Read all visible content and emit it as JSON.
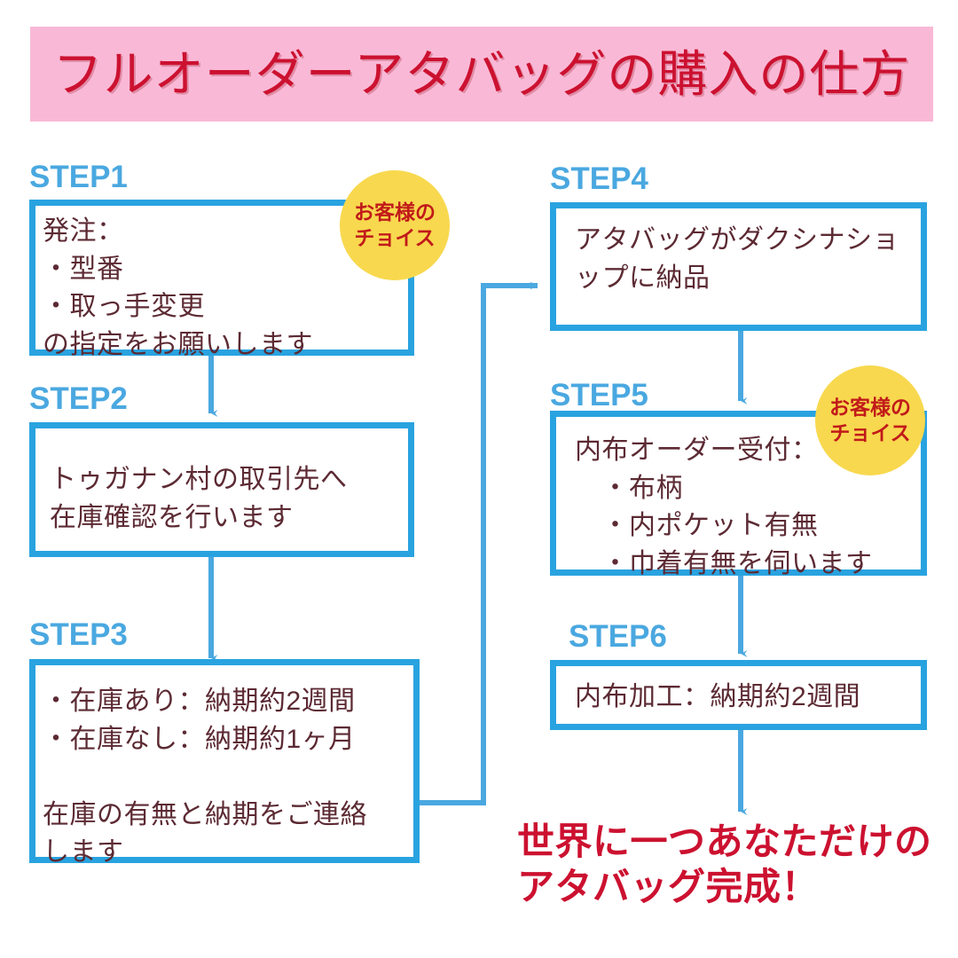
{
  "title": {
    "text": "フルオーダーアタバッグの購入の仕方",
    "banner_color": "#f9b9d6",
    "text_color": "#cc1130"
  },
  "colors": {
    "box_border": "#29a3e0",
    "step_label": "#4aa8e0",
    "body_text": "#5c2a33",
    "badge_bg": "#f8d84e",
    "badge_text": "#c11a1a",
    "accent_red": "#cc1130",
    "background": "#ffffff"
  },
  "steps": [
    {
      "id": "step1",
      "label": "STEP1",
      "body": "発注：\n・型番\n・取っ手変更\nの指定をお願いします"
    },
    {
      "id": "step2",
      "label": "STEP2",
      "body": "トゥガナン村の取引先へ\n在庫確認を行います"
    },
    {
      "id": "step3",
      "label": "STEP3",
      "body": "・在庫あり：納期約2週間\n・在庫なし：納期約1ヶ月\n\n在庫の有無と納期をご連絡\nします"
    },
    {
      "id": "step4",
      "label": "STEP4",
      "body": "アタバッグがダクシナショ\nップに納品"
    },
    {
      "id": "step5",
      "label": "STEP5",
      "body": "内布オーダー受付：\n　・布柄\n　・内ポケット有無\n　・巾着有無を伺います"
    },
    {
      "id": "step6",
      "label": "STEP6",
      "body": "内布加工：納期約2週間"
    }
  ],
  "badges": [
    {
      "id": "badge-step1",
      "line1": "お客様の",
      "line2": "チョイス"
    },
    {
      "id": "badge-step5",
      "line1": "お客様の",
      "line2": "チョイス"
    }
  ],
  "final_message": {
    "text": "世界に一つあなただけの\nアタバッグ完成！"
  }
}
